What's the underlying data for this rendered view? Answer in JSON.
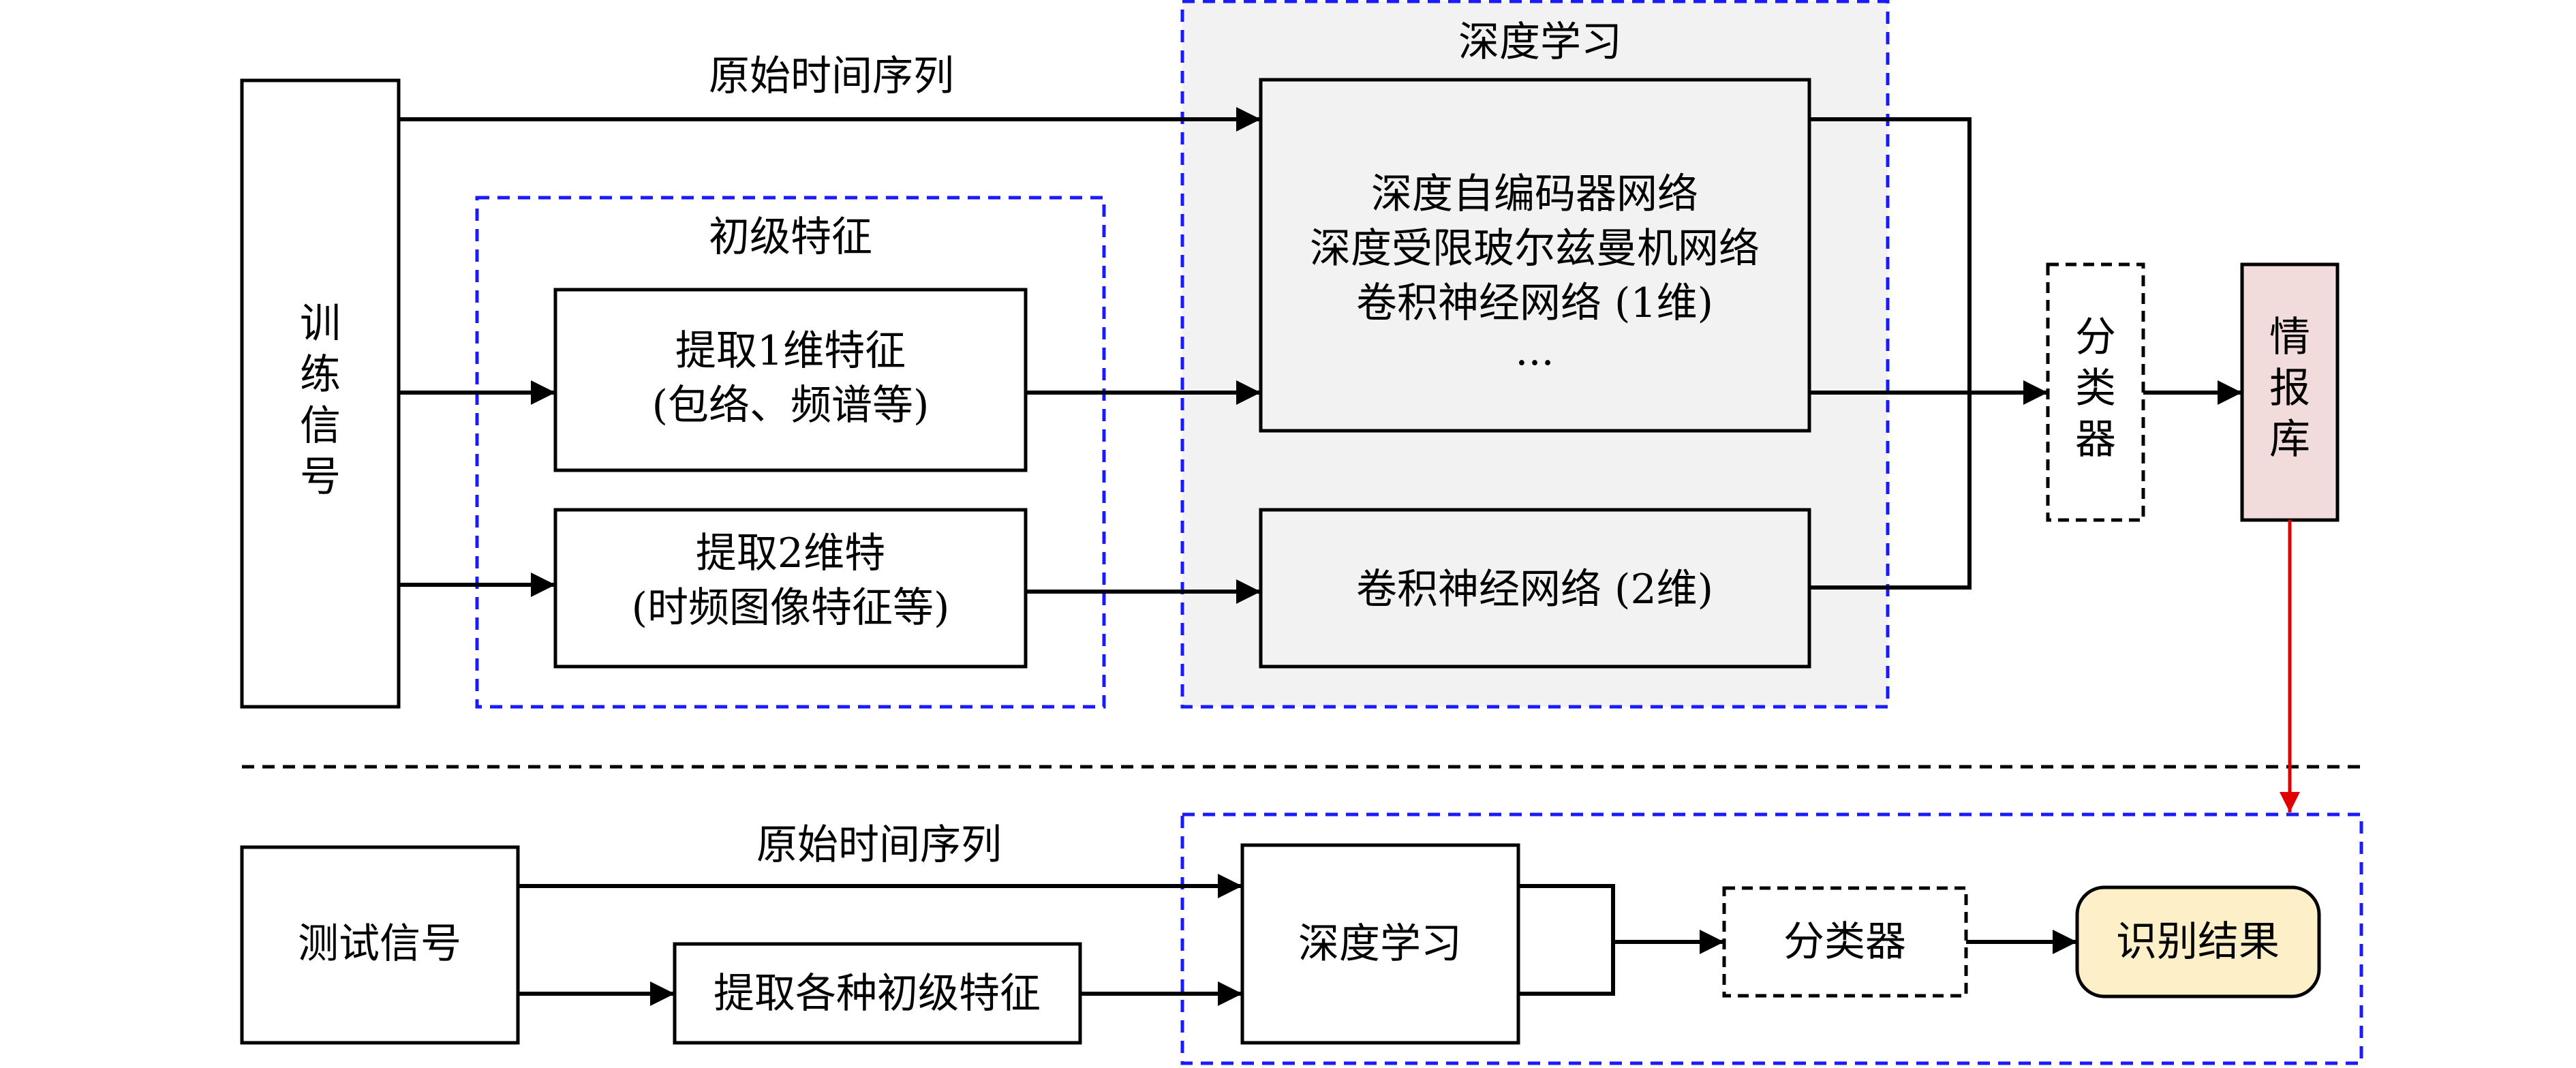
{
  "top": {
    "train_signal": [
      "训",
      "练",
      "信",
      "号"
    ],
    "raw_series_label": "原始时间序列",
    "primary_features_title": "初级特征",
    "feature_1d": {
      "line1": "提取1维特征",
      "line2": "(包络、频谱等)"
    },
    "feature_2d": {
      "line1": "提取2维特",
      "line2": "(时频图像特征等)"
    },
    "deep_learning_title": "深度学习",
    "dl_methods": [
      "深度自编码器网络",
      "深度受限玻尔兹曼机网络",
      "卷积神经网络 (1维)",
      "..."
    ],
    "cnn_2d": "卷积神经网络 (2维)",
    "classifier": [
      "分",
      "类",
      "器"
    ],
    "intel_db": [
      "情",
      "报",
      "库"
    ]
  },
  "bottom": {
    "test_signal": "测试信号",
    "raw_series_label": "原始时间序列",
    "extract_features": "提取各种初级特征",
    "deep_learning": "深度学习",
    "classifier": "分类器",
    "result": "识别结果"
  },
  "colors": {
    "dashed_blue": "#1a1aff",
    "deep_bg": "#f2f2f2",
    "intel_db_fill": "#f2dcdb",
    "result_fill": "#fdf0c8",
    "red_arrow": "#e00000"
  }
}
